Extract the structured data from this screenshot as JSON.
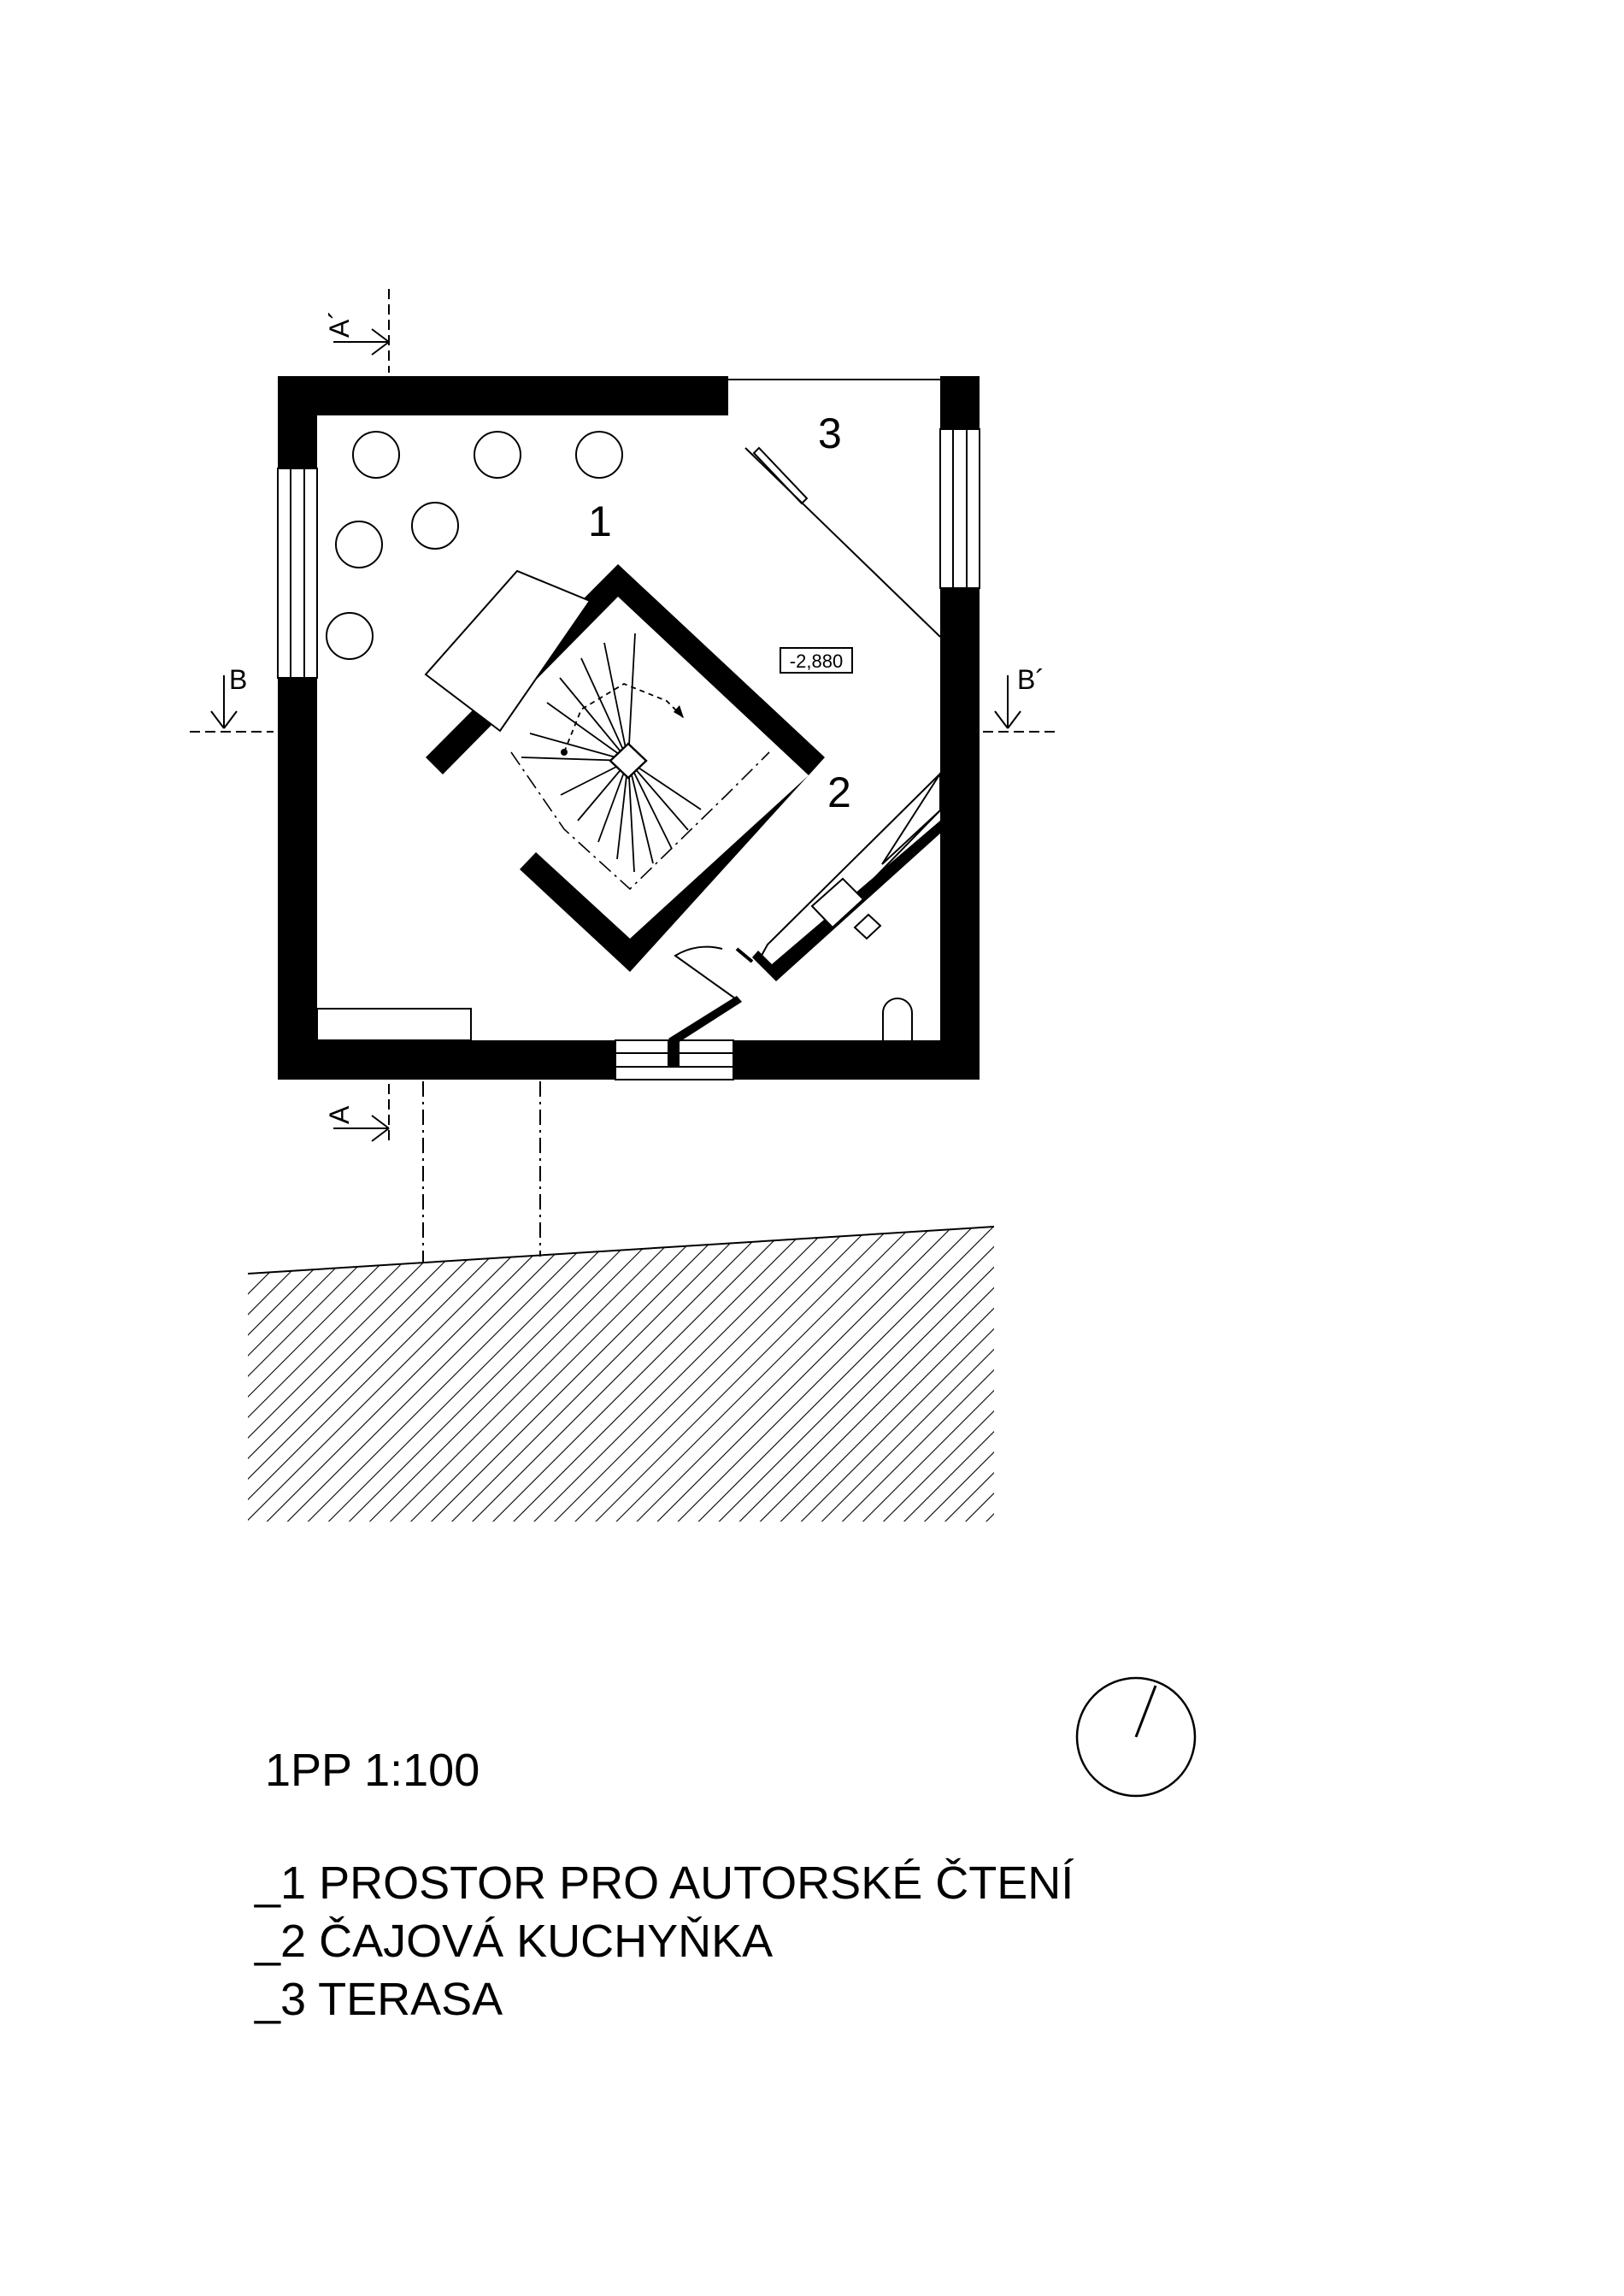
{
  "plan": {
    "room_numbers": {
      "room_1": "1",
      "room_2": "2",
      "room_3": "3"
    },
    "elevation_tag": "-2,880",
    "section_marks": {
      "a_top": "A´",
      "a_bottom": "A",
      "b_left": "B",
      "b_right": "B´"
    }
  },
  "sheet": {
    "title": "1PP  1:100",
    "legend": [
      "_1 PROSTOR PRO AUTORSKÉ ČTENÍ",
      "_2 ČAJOVÁ KUCHYŇKA",
      "_3 TERASA"
    ]
  },
  "icons": {
    "north_arrow": "north-arrow-icon"
  },
  "colors": {
    "ink": "#000000",
    "paper": "#ffffff"
  }
}
